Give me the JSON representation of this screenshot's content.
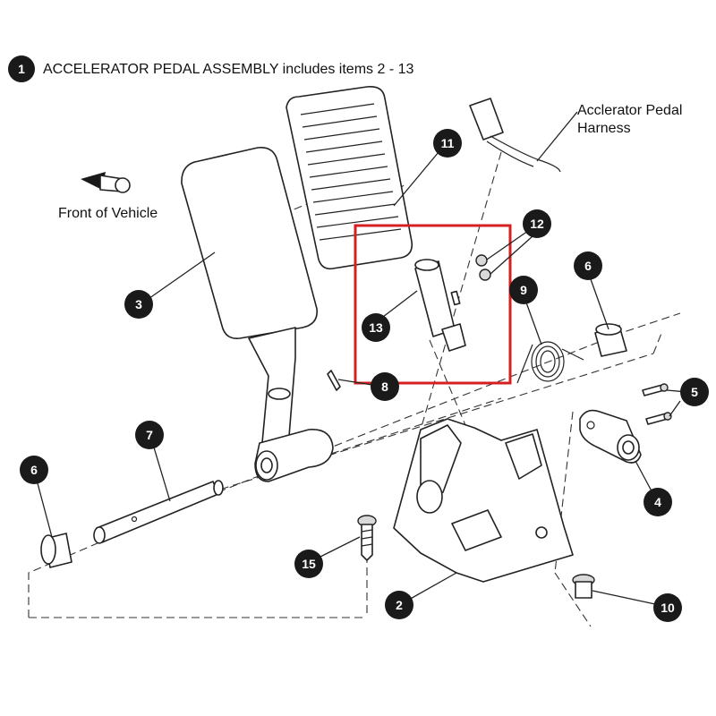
{
  "title": {
    "number": "1",
    "text": "ACCELERATOR PEDAL ASSEMBLY includes items 2 - 13"
  },
  "labels": {
    "harness_line1": "Acclerator Pedal",
    "harness_line2": "Harness",
    "front_of_vehicle": "Front of Vehicle"
  },
  "callouts": [
    {
      "number": "2"
    },
    {
      "number": "3"
    },
    {
      "number": "4"
    },
    {
      "number": "5"
    },
    {
      "number": "6"
    },
    {
      "number": "6"
    },
    {
      "number": "7"
    },
    {
      "number": "8"
    },
    {
      "number": "9"
    },
    {
      "number": "10"
    },
    {
      "number": "11"
    },
    {
      "number": "12"
    },
    {
      "number": "13"
    },
    {
      "number": "15"
    }
  ],
  "highlight": {
    "color": "#d42020"
  },
  "colors": {
    "ink": "#1a1a1a",
    "paper": "#ffffff"
  },
  "icons": [
    "direction-arrow-icon"
  ]
}
